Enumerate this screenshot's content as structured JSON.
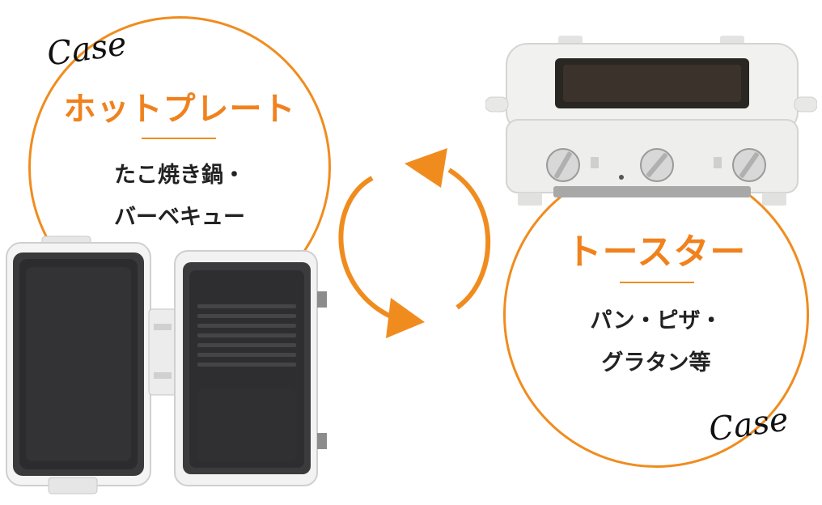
{
  "left": {
    "case_label": "Case",
    "title": "ホットプレート",
    "sub_line1": "たこ焼き鍋・",
    "sub_line2": "バーベキュー"
  },
  "right": {
    "case_label": "Case",
    "title": "トースター",
    "sub_line1": "パン・ピザ・",
    "sub_line2": "グラタン等"
  },
  "colors": {
    "accent": "#f08c1e",
    "text": "#222222"
  },
  "icons": {
    "cycle": "circular-arrows-icon"
  }
}
